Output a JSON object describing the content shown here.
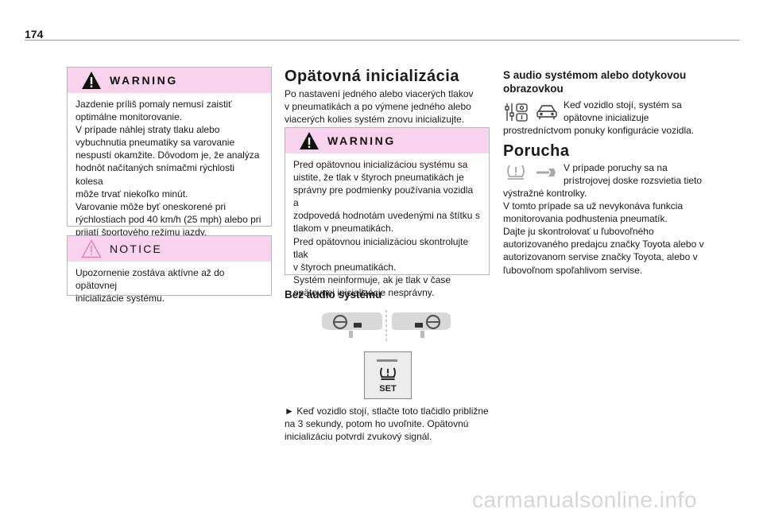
{
  "page_number": "174",
  "left_column": {
    "warning": {
      "title": "WARNING",
      "body": "Jazdenie príliš pomaly nemusí zaistiť\noptimálne monitorovanie.\nV prípade náhlej straty tlaku alebo\nvybuchnutia pneumatiky sa varovanie\nnespustí okamžite. Dôvodom je, že analýza\nhodnôt načítaných snímačmi rýchlosti kolesa\nmôže trvať niekoľko minút.\nVarovanie môže byť oneskorené pri\nrýchlostiach pod 40 km/h (25 mph) alebo pri\nprijatí športového režimu jazdy."
    },
    "notice": {
      "title": "NOTICE",
      "body": "Upozornenie zostáva aktívne až do opätovnej\ninicializácie systému."
    }
  },
  "middle_column": {
    "heading": "Opätovná inicializácia",
    "intro": "Po nastavení jedného alebo viacerých tlakov\nv pneumatikách a po výmene jedného alebo\nviacerých kolies systém znovu inicializujte.",
    "warning": {
      "title": "WARNING",
      "body": "Pred opätovnou inicializáciou systému sa\nuistite, že tlak v štyroch pneumatikách je\nsprávny pre podmienky používania vozidla a\nzodpovedá hodnotám uvedenými na štítku s\ntlakom v pneumatikách.\nPred opätovnou inicializáciou skontrolujte tlak\nv štyroch pneumatikách.\nSystém neinformuje, ak je tlak v čase\nopätovnej inicializácie nesprávny."
    },
    "subheading": "Bez audio systému",
    "set_button_label": "SET",
    "instruction": "► Keď vozidlo stojí, stlačte toto tlačidlo približne\nna 3 sekundy, potom ho uvoľnite. Opätovnú\ninicializáciu potvrdí zvukový signál."
  },
  "right_column": {
    "heading_line1": "S audio systémom alebo dotykovou",
    "heading_line2": "obrazovkou",
    "audio_text_line1": "Keď vozidlo stojí, systém sa",
    "audio_text_line2": "opätovne inicializuje",
    "audio_text_line3": "prostredníctvom ponuky konfigurácie vozidla.",
    "fault_heading": "Porucha",
    "fault_text_line1": "V prípade poruchy sa na",
    "fault_text_line2": "prístrojovej doske rozsvietia tieto",
    "fault_text_rest": "výstražné kontrolky.\nV tomto prípade sa už nevykonáva funkcia\nmonitorovania podhustenia pneumatík.\nDajte ju skontrolovať u ľubovoľného\nautorizovaného predajcu značky Toyota alebo v\nautorizovanom servise značky Toyota, alebo v\nľubovoľnom spoľahlivom servise."
  },
  "watermark": "carmanualsonline.info",
  "colors": {
    "box_header": "#f9d2ed",
    "border": "#b8b8b8",
    "icon_gray": "#9a9a9a"
  }
}
